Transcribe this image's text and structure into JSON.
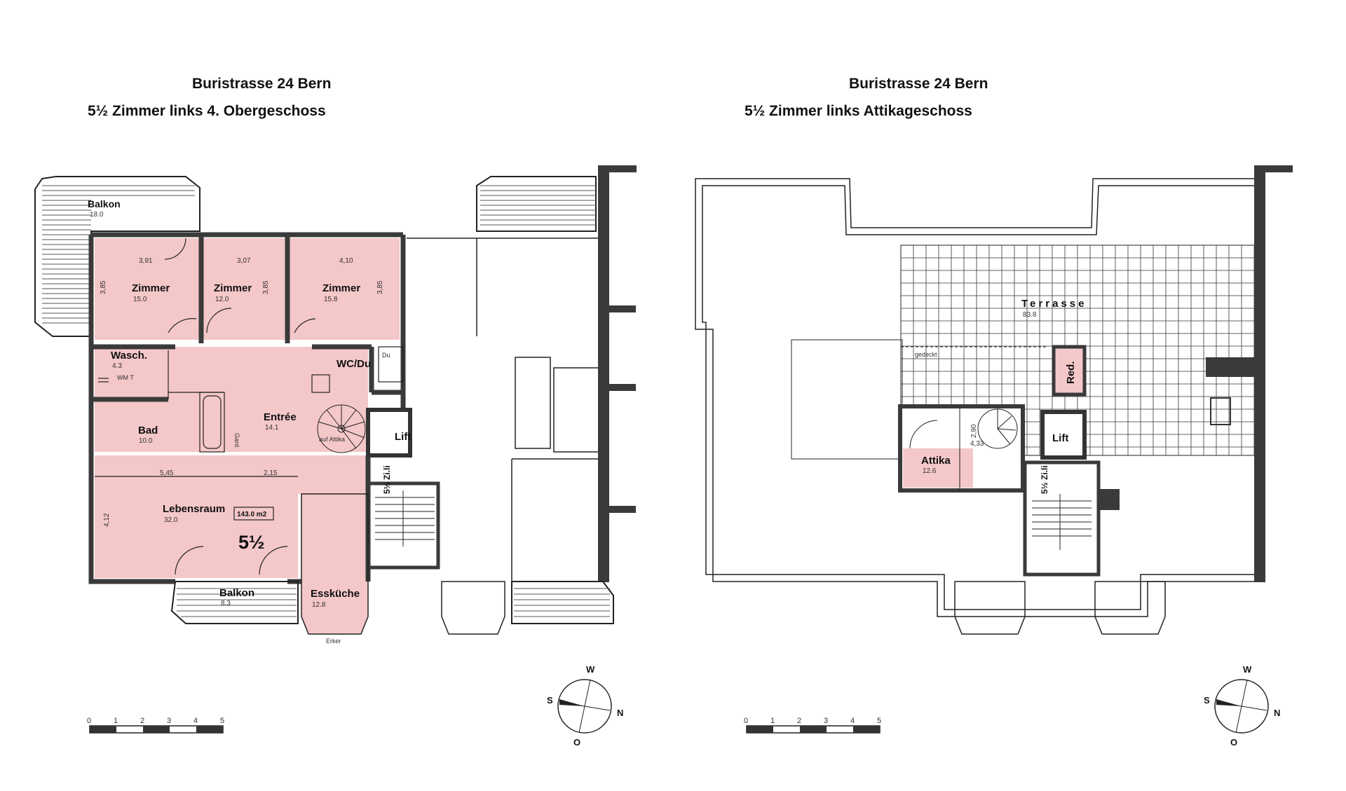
{
  "left": {
    "title": "Buristrasse 24 Bern",
    "subtitle": "5½ Zimmer links  4. Obergeschoss",
    "rooms": {
      "balkon_top": {
        "label": "Balkon",
        "area": "18.0"
      },
      "zimmer1": {
        "label": "Zimmer",
        "area": "15.0",
        "w": "3,91",
        "h": "3,85"
      },
      "zimmer2": {
        "label": "Zimmer",
        "area": "12.0",
        "w": "3,07",
        "h": "3,85"
      },
      "zimmer3": {
        "label": "Zimmer",
        "area": "15.8",
        "w": "4,10",
        "h": "3,85"
      },
      "wasch": {
        "label": "Wasch.",
        "area": "4.3",
        "wm": "WM T"
      },
      "wcdu": {
        "label": "WC/Du",
        "du": "Du"
      },
      "bad": {
        "label": "Bad",
        "area": "10.0",
        "gard": "Gard."
      },
      "entree": {
        "label": "Entrée",
        "area": "14.1",
        "stair": "auf Attika"
      },
      "lift": {
        "label": "Lift"
      },
      "unit_tag": {
        "label": "5½ Zi.li"
      },
      "lebensraum": {
        "label": "Lebensraum",
        "area": "32.0",
        "total": "143.0 m2",
        "rooms": "5½",
        "dim_a": "5,45",
        "dim_b": "2,15",
        "dim_h": "4,12"
      },
      "balkon_bottom": {
        "label": "Balkon",
        "area": "8.3"
      },
      "esskueche": {
        "label": "Essküche",
        "area": "12.8",
        "erker": "Erker"
      }
    },
    "scale": [
      "0",
      "1",
      "2",
      "3",
      "4",
      "5"
    ],
    "compass": {
      "n": "N",
      "s": "S",
      "o": "O",
      "w": "W"
    }
  },
  "right": {
    "title": "Buristrasse 24 Bern",
    "subtitle": "5½ Zimmer links     Attikageschoss",
    "rooms": {
      "terrasse": {
        "label": "Terrasse",
        "area": "83.8",
        "gedeckt": "gedeckt"
      },
      "red": {
        "label": "Red."
      },
      "attika": {
        "label": "Attika",
        "area": "12.6",
        "dim_w": "4,33",
        "dim_h": "2,90"
      },
      "lift": {
        "label": "Lift"
      },
      "unit_tag": {
        "label": "5½ Zi.li"
      }
    },
    "scale": [
      "0",
      "1",
      "2",
      "3",
      "4",
      "5"
    ],
    "compass": {
      "n": "N",
      "s": "S",
      "o": "O",
      "w": "W"
    }
  },
  "colors": {
    "room_fill": "#f4c7c9",
    "wall": "#3a3a3a",
    "line": "#222222"
  }
}
